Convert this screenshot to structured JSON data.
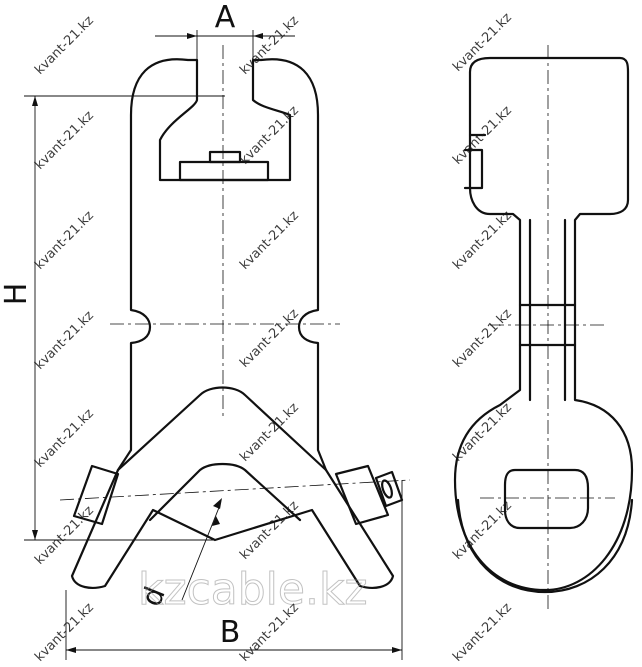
{
  "dimensions": {
    "width_label": "A",
    "height_label": "H",
    "base_label": "B",
    "thickness_label": "d"
  },
  "watermarks": {
    "small": "kvant-21.kz",
    "large": "kzcable.kz"
  },
  "colors": {
    "line": "#111111",
    "background": "#ffffff",
    "watermark_large": "#9a9a9a"
  }
}
